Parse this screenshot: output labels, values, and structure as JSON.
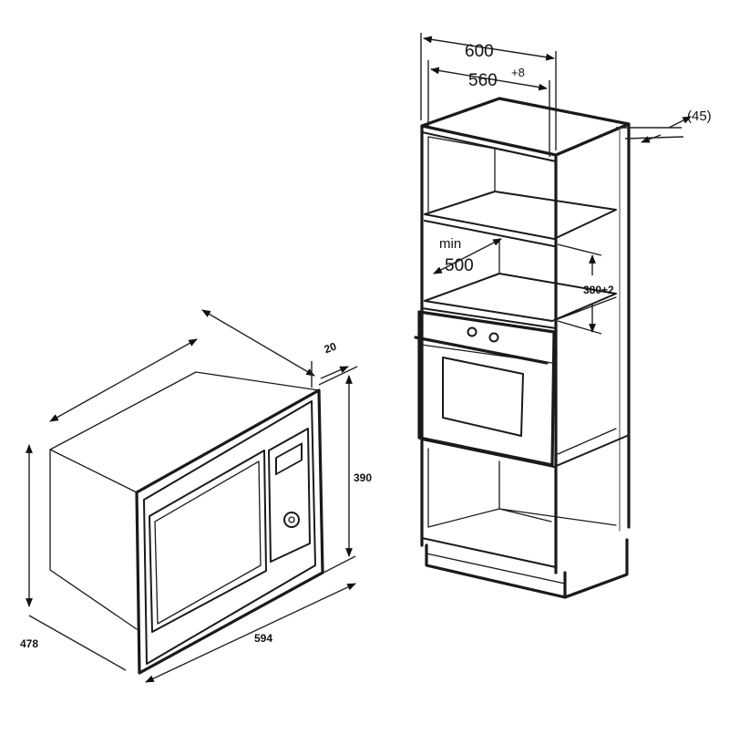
{
  "microwave": {
    "dim_depth": "478",
    "dim_width": "594",
    "dim_height": "390",
    "dim_frame": "20"
  },
  "cabinet": {
    "dim_outer_width": "600",
    "dim_inner_width": "560",
    "dim_inner_tol": "+8",
    "dim_side_gap": "(45)",
    "dim_min_label": "min",
    "dim_min_value": "500",
    "dim_opening_height": "380+2"
  }
}
